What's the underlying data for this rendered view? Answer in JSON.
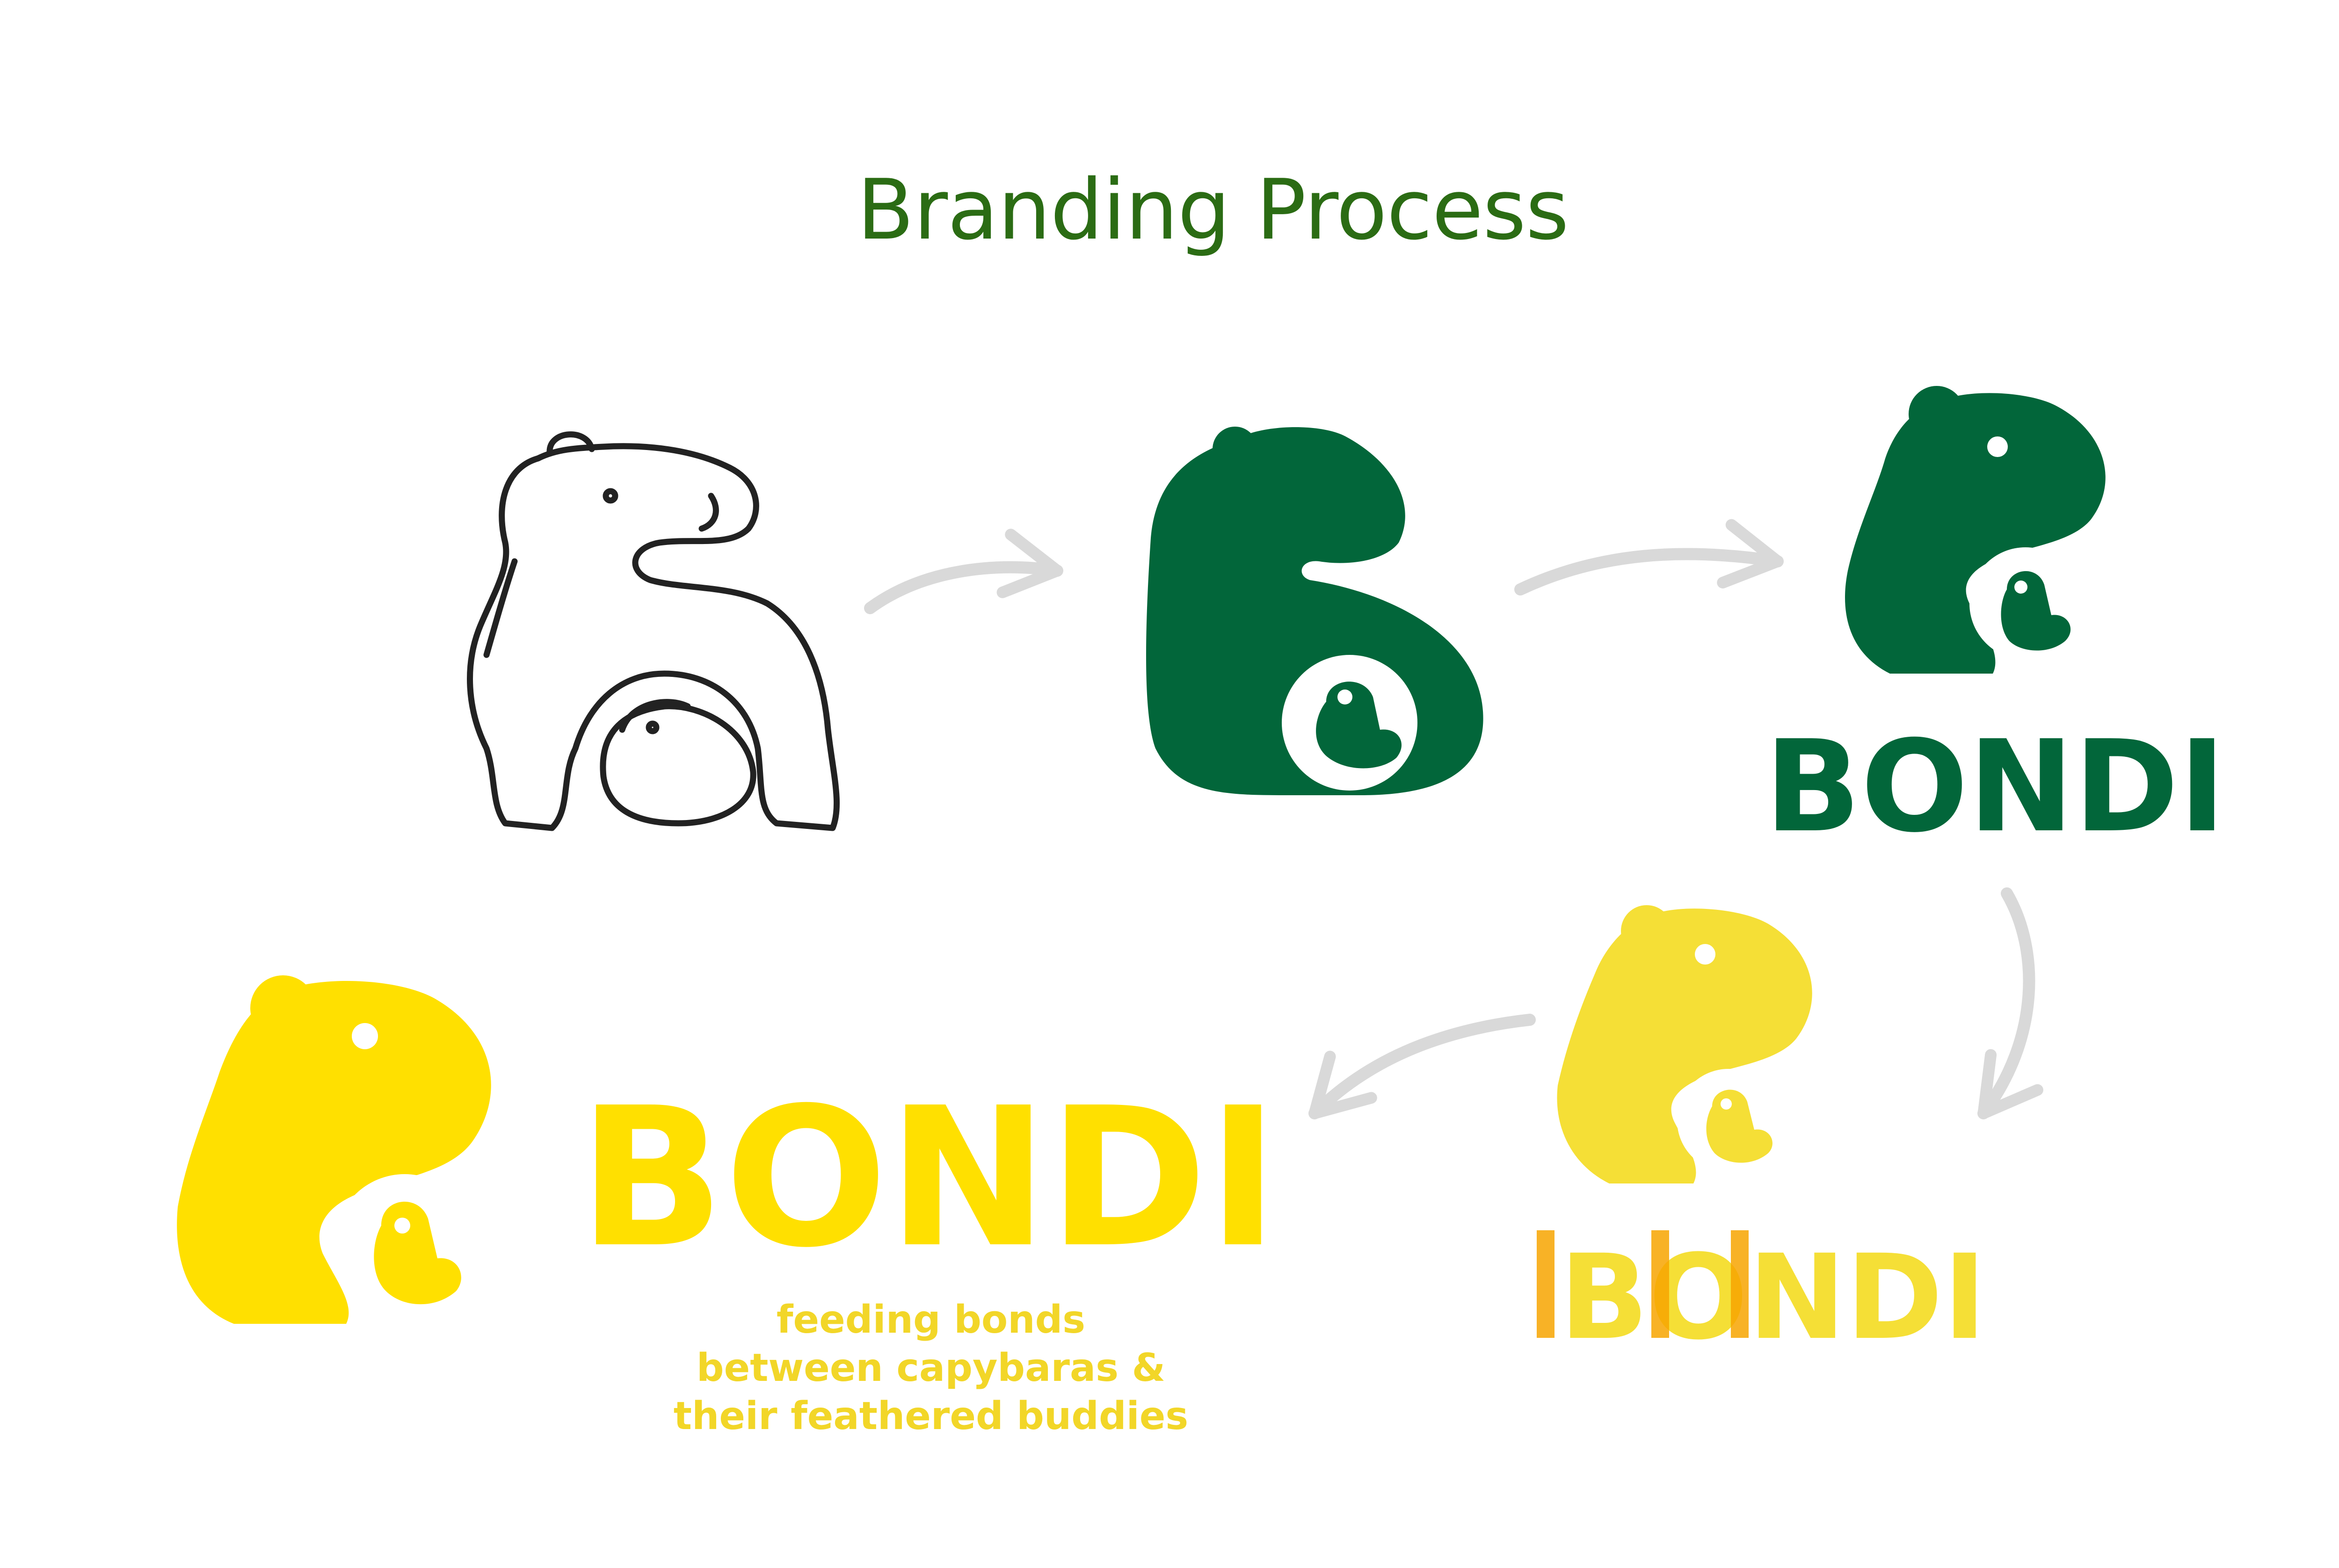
{
  "title": "Branding Process",
  "wordmark": "BONDI",
  "tagline": [
    "feeding bonds",
    "between capybaras &",
    "their feathered buddies"
  ],
  "colors": {
    "title": "#2b6c14",
    "green_logo": "#02663a",
    "yellow_draft": "#f5df36",
    "yellow_final": "#ffe000",
    "overlap_orange": "#f7a500",
    "arrow": "#d9d9d9",
    "sketch": "#222222",
    "tagline": "#f2d628"
  },
  "stages": [
    {
      "name": "sketch",
      "icon": "capybara-sketch"
    },
    {
      "name": "vector-mark",
      "icon": "capybara-b-mark"
    },
    {
      "name": "green-logo",
      "icon": "capybara-bird-mark"
    },
    {
      "name": "yellow-draft",
      "icon": "capybara-bird-mark"
    },
    {
      "name": "yellow-final",
      "icon": "capybara-bird-mark"
    }
  ]
}
